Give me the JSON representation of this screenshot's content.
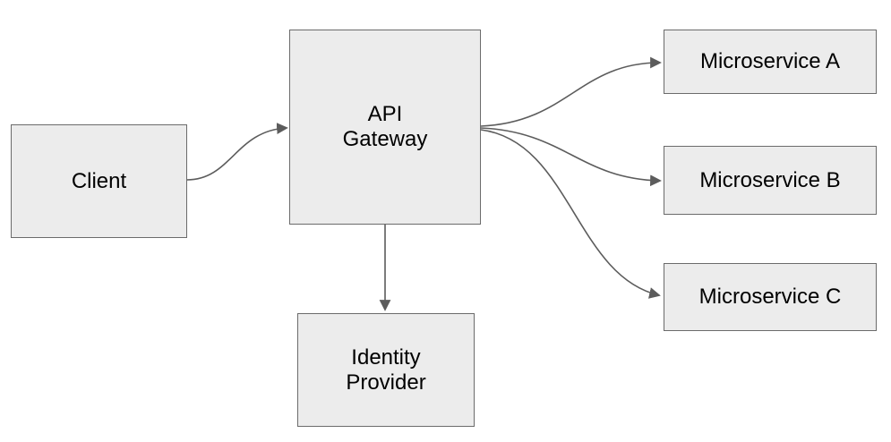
{
  "diagram": {
    "type": "architecture-diagram",
    "colors": {
      "background": "#ffffff",
      "node_fill": "#ececec",
      "node_border": "#6b6b6b",
      "arrow": "#5c5c5c",
      "text": "#000000"
    },
    "nodes": {
      "client": {
        "label": "Client"
      },
      "api_gateway": {
        "label": "API\nGateway"
      },
      "identity_provider": {
        "label": "Identity\nProvider"
      },
      "microservice_a": {
        "label": "Microservice A"
      },
      "microservice_b": {
        "label": "Microservice B"
      },
      "microservice_c": {
        "label": "Microservice C"
      }
    },
    "edges": [
      {
        "from": "client",
        "to": "api_gateway",
        "style": "curved-arrow"
      },
      {
        "from": "api_gateway",
        "to": "microservice_a",
        "style": "curved-arrow"
      },
      {
        "from": "api_gateway",
        "to": "microservice_b",
        "style": "curved-arrow"
      },
      {
        "from": "api_gateway",
        "to": "microservice_c",
        "style": "curved-arrow"
      },
      {
        "from": "api_gateway",
        "to": "identity_provider",
        "style": "straight-arrow"
      }
    ]
  }
}
